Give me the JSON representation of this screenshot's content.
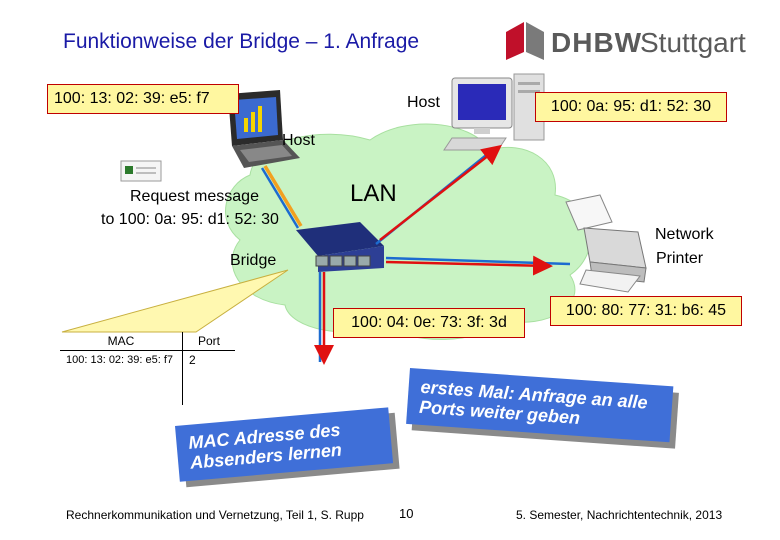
{
  "title": "Funktionweise der Bridge – 1. Anfrage",
  "logo": {
    "text_a": "DHBW",
    "text_b": "Stuttgart",
    "accent_color": "#c0102a"
  },
  "labels": {
    "host_top": "Host",
    "host_mid": "Host",
    "lan": "LAN",
    "request_line1": "Request message",
    "request_line2": "to 100: 0a: 95: d1: 52: 30",
    "bridge": "Bridge",
    "network_line1": "Network",
    "network_line2": "Printer"
  },
  "mac_addresses": {
    "host1": "100: 13: 02: 39: e5: f7",
    "host2": "100: 0a: 95: d1: 52: 30",
    "bridge": "100: 04: 0e: 73: 3f: 3d",
    "printer": "100: 80: 77: 31: b6: 45"
  },
  "mac_table": {
    "headers": [
      "MAC",
      "Port"
    ],
    "rows": [
      {
        "mac": "100: 13: 02: 39: e5: f7",
        "port": "2"
      }
    ]
  },
  "notes": {
    "ports_line1": "erstes Mal: Anfrage an alle",
    "ports_line2": "Ports weiter geben",
    "learn_line1": "MAC Adresse des",
    "learn_line2": "Absenders lernen"
  },
  "footer": {
    "left": "Rechnerkommunikation und Vernetzung, Teil 1, S. Rupp",
    "page": "10",
    "right": "5. Semester, Nachrichtentechnik, 2013"
  },
  "colors": {
    "title": "#1a1aa6",
    "mac_box_fill": "#fff7a0",
    "mac_box_border": "#c00000",
    "cloud": "#c9f3c4",
    "arrow_red": "#e01010",
    "arrow_blue": "#1c6bd0",
    "note_blue": "#3f6fd8"
  }
}
